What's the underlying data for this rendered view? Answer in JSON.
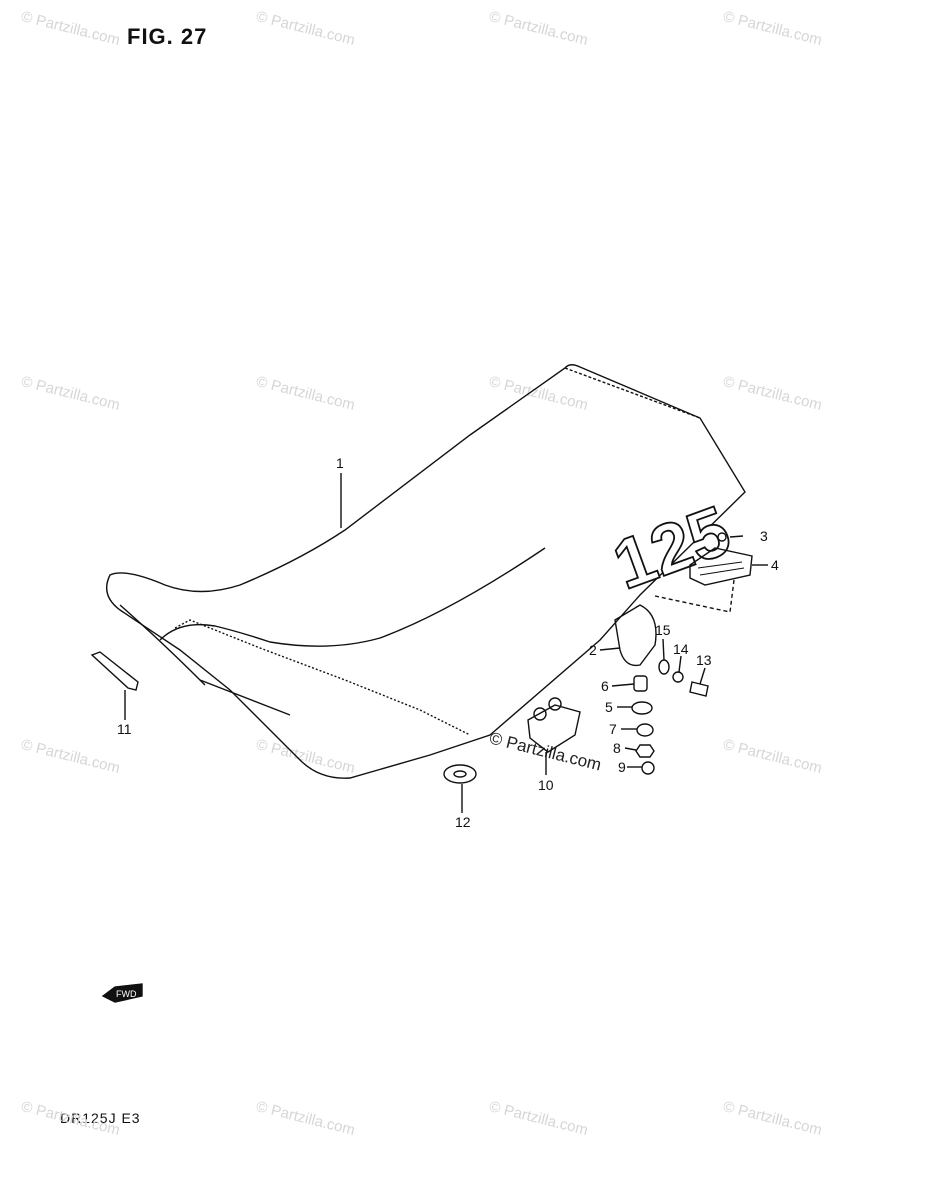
{
  "figure": {
    "title": "FIG. 27",
    "model": "DR125J  E3"
  },
  "watermark": {
    "text": "© Partzilla.com"
  },
  "seat_emblem": "125",
  "fwd_arrow": "FWD",
  "callouts": [
    "1",
    "2",
    "3",
    "4",
    "5",
    "6",
    "7",
    "8",
    "9",
    "10",
    "11",
    "12",
    "13",
    "14",
    "15"
  ]
}
